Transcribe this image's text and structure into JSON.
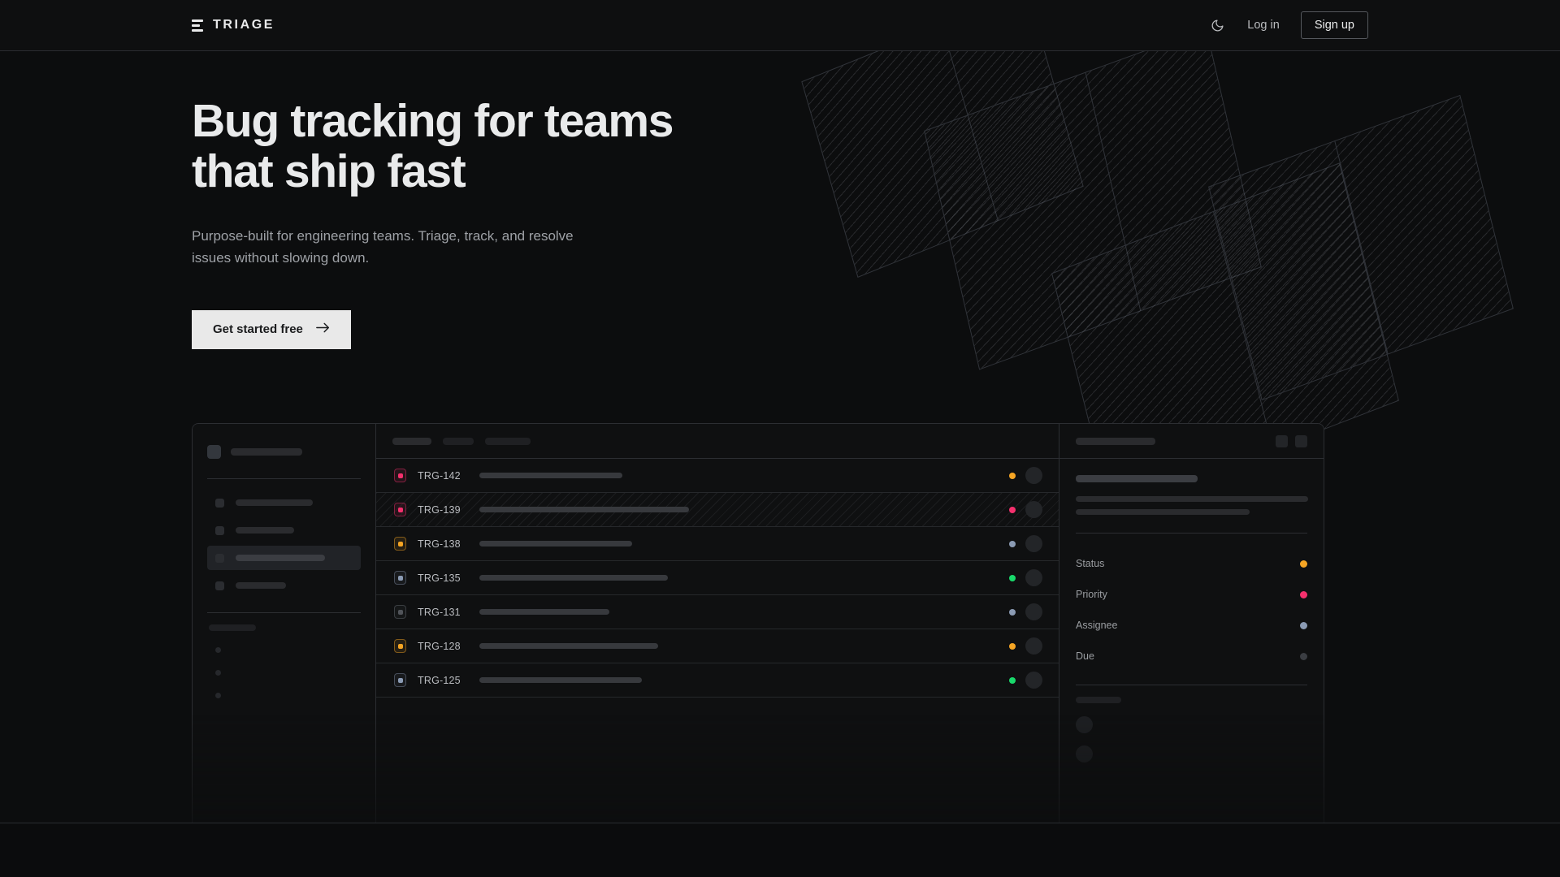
{
  "header": {
    "brand_name": "TRIAGE",
    "logo_icon": "triage-bars-icon",
    "theme_toggle_icon": "moon-icon",
    "login_label": "Log in",
    "signup_label": "Sign up"
  },
  "hero": {
    "headline_line1": "Bug tracking for teams",
    "headline_line2": "that ship fast",
    "subheadline": "Purpose-built for engineering teams. Triage, track, and resolve issues without slowing down.",
    "cta_label": "Get started free",
    "cta_icon": "arrow-right-icon"
  },
  "colors": {
    "page_background": "#0c0d0e",
    "panel_background": "#0f1011",
    "border": "#2c2e32",
    "text_primary": "#e9eaeb",
    "text_muted": "#9ea1a6",
    "cta_background": "#e9e9e9",
    "accent_amber": "#f5a524",
    "accent_pink": "#f4306d",
    "accent_green": "#19d96b",
    "accent_slate": "#8b9bb4",
    "accent_dim": "#3a3d42"
  },
  "mockup": {
    "sidebar": {
      "nav_items": [
        {
          "width": 95,
          "active": false
        },
        {
          "width": 72,
          "active": false
        },
        {
          "width": 110,
          "active": true
        },
        {
          "width": 62,
          "active": false
        }
      ],
      "section_label_width": 58,
      "sub_items": 3
    },
    "toolbar": {
      "pills": [
        48,
        38,
        56
      ]
    },
    "issues": [
      {
        "id": "TRG-142",
        "badge_color": "#f4306d",
        "title_width": 176,
        "status_color": "#f5a524",
        "selected": false
      },
      {
        "id": "TRG-139",
        "badge_color": "#f4306d",
        "title_width": 258,
        "status_color": "#f4306d",
        "selected": true
      },
      {
        "id": "TRG-138",
        "badge_color": "#f5a524",
        "title_width": 188,
        "status_color": "#8b9bb4",
        "selected": false
      },
      {
        "id": "TRG-135",
        "badge_color": "#8b9bb4",
        "title_width": 232,
        "status_color": "#19d96b",
        "selected": false
      },
      {
        "id": "TRG-131",
        "badge_color": "#51545a",
        "title_width": 160,
        "status_color": "#8b9bb4",
        "selected": false
      },
      {
        "id": "TRG-128",
        "badge_color": "#f5a524",
        "title_width": 220,
        "status_color": "#f5a524",
        "selected": false
      },
      {
        "id": "TRG-125",
        "badge_color": "#8b9bb4",
        "title_width": 200,
        "status_color": "#19d96b",
        "selected": false
      }
    ],
    "detail": {
      "header_skeleton_width": 98,
      "title_skeleton_width": 150,
      "body_skeleton_widths": [
        286,
        214
      ],
      "meta": [
        {
          "label": "Status",
          "color": "#f5a524"
        },
        {
          "label": "Priority",
          "color": "#f4306d"
        },
        {
          "label": "Assignee",
          "color": "#8b9bb4"
        },
        {
          "label": "Due",
          "color": "#3a3d42"
        }
      ],
      "comments_label_width": 56,
      "comment_avatars": 2
    }
  }
}
